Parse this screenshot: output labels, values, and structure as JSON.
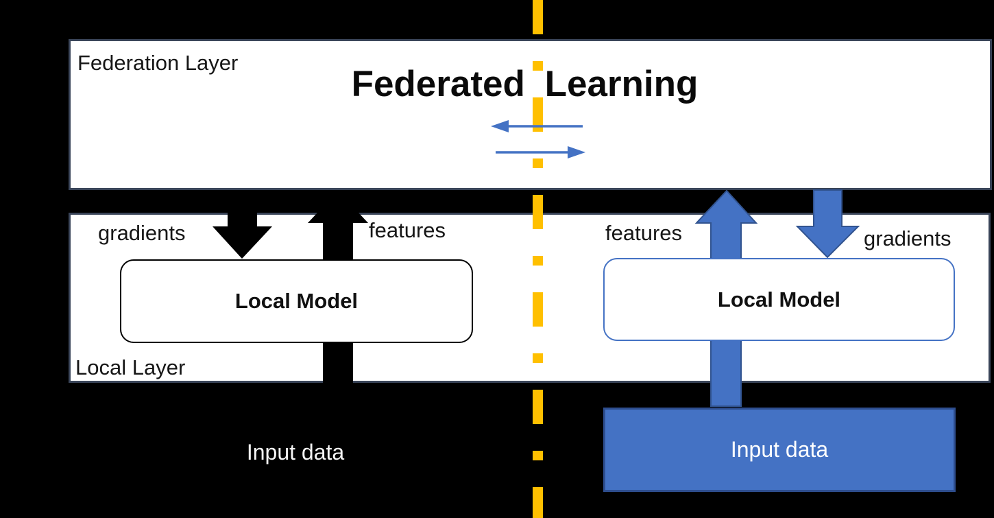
{
  "diagram": {
    "federation_layer": {
      "label": "Federation Layer",
      "title": "Federated Learning"
    },
    "local_layer": {
      "label": "Local Layer"
    },
    "left_client": {
      "model_label": "Local Model",
      "gradients_label": "gradients",
      "features_label": "features",
      "input_label": "Input data"
    },
    "right_client": {
      "model_label": "Local Model",
      "features_label": "features",
      "gradients_label": "gradients",
      "input_label": "Input data"
    },
    "colors": {
      "background": "#000000",
      "band_fill": "#FFFFFF",
      "band_border": "#3A4559",
      "accent_blue": "#4472C4",
      "accent_blue_dark": "#2E4E8F",
      "dash_line_yellow": "#FFC000",
      "black_arrow": "#000000"
    }
  }
}
